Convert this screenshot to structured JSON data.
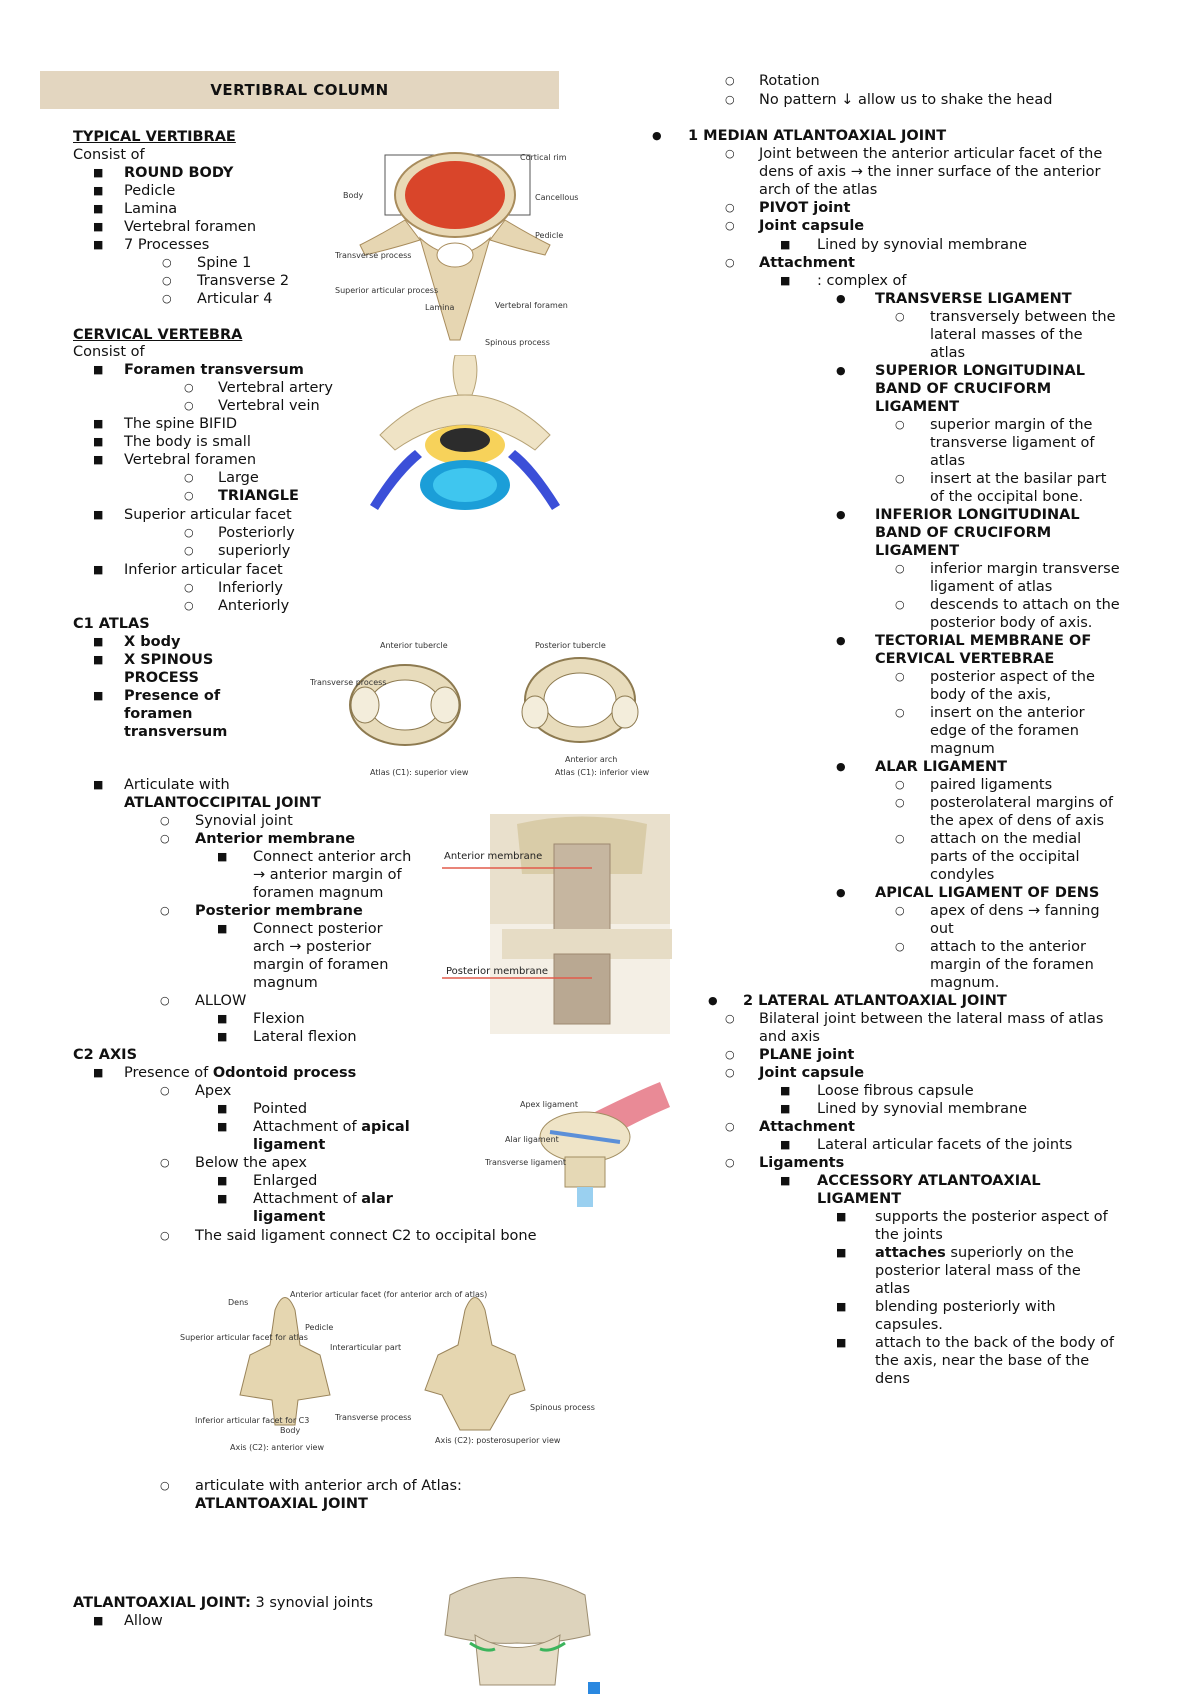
{
  "title": "VERTIBRAL COLUMN",
  "left": {
    "typical_heading": "TYPICAL VERTIBRAE",
    "consist_of_1": "Consist of",
    "typical_items": [
      "ROUND BODY",
      "Pedicle",
      "Lamina",
      "Vertebral foramen",
      "7 Processes"
    ],
    "process_items": [
      "Spine 1",
      "Transverse 2",
      "Articular 4"
    ],
    "cervical_heading": "CERVICAL VERTEBRA",
    "consist_of_2": "Consist of",
    "foramen_transversum": "Foramen transversum",
    "ft_items": [
      "Vertebral artery",
      "Vertebral vein"
    ],
    "cervical_items": [
      "The spine BIFID",
      "The body is small",
      "Vertebral foramen"
    ],
    "vf_items": [
      "Large",
      "TRIANGLE"
    ],
    "superior_facet": "Superior articular facet",
    "sf_items": [
      "Posteriorly",
      "superiorly"
    ],
    "inferior_facet": "Inferior articular facet",
    "if_items": [
      "Inferiorly",
      "Anteriorly"
    ],
    "c1_heading": "C1 ATLAS",
    "c1_items": [
      "X body",
      "X SPINOUS",
      "PROCESS",
      "Presence of",
      "foramen",
      "transversum"
    ],
    "articulate_with": "Articulate with",
    "atlanto_occipital": "ATLANTOCCIPITAL JOINT",
    "synovial_joint": "Synovial joint",
    "anterior_membrane": "Anterior membrane",
    "am_text": [
      "Connect anterior arch",
      "→ anterior margin of",
      "foramen magnum"
    ],
    "posterior_membrane": "Posterior membrane",
    "pm_text": [
      "Connect posterior",
      "arch → posterior",
      "margin of foramen",
      "magnum"
    ],
    "allow": "ALLOW",
    "allow_items": [
      "Flexion",
      "Lateral flexion"
    ],
    "c2_heading": "C2 AXIS",
    "presence_of": "Presence of ",
    "odontoid": "Odontoid process",
    "apex": "Apex",
    "pointed": "Pointed",
    "attachment_of": "Attachment of ",
    "apical": "apical",
    "ligament": "ligament",
    "below_apex": "Below the apex",
    "enlarged": "Enlarged",
    "alar": "alar",
    "said_ligament": "The said ligament connect C2 to occipital bone",
    "articulate_anterior": "articulate with anterior arch of Atlas:",
    "atlantoaxial_joint": "ATLANTOAXIAL JOINT",
    "aa_heading": "ATLANTOAXIAL JOINT:",
    "aa_suffix": " 3 synovial joints",
    "allow2": "Allow"
  },
  "right": {
    "rotation": "Rotation",
    "no_pattern": "No pattern ↓ allow us to shake the head",
    "median_heading": "1 MEDIAN ATLANTOAXIAL JOINT",
    "median_desc": [
      "Joint between the anterior articular facet of the",
      "dens of axis → the inner surface of the anterior",
      "arch of the atlas"
    ],
    "pivot": "PIVOT joint",
    "joint_capsule": "Joint capsule",
    "lined": "Lined by synovial membrane",
    "attachment": "Attachment",
    "complex_of": ": complex of",
    "transverse_lig": "TRANSVERSE LIGAMENT",
    "transverse_text": [
      "transversely between the",
      "lateral masses of the",
      "atlas"
    ],
    "superior_band": [
      "SUPERIOR LONGITUDINAL",
      "BAND OF CRUCIFORM",
      "LIGAMENT"
    ],
    "sb_text1": [
      "superior margin of the",
      "transverse ligament of",
      "atlas"
    ],
    "sb_text2": [
      "insert at the basilar part",
      "of the occipital bone."
    ],
    "inferior_band": [
      "INFERIOR LONGITUDINAL",
      "BAND OF CRUCIFORM",
      "LIGAMENT"
    ],
    "ib_text1": [
      "inferior margin transverse",
      "ligament of atlas"
    ],
    "ib_text2": [
      "descends to attach on the",
      "posterior body of axis."
    ],
    "tectorial": [
      "TECTORIAL MEMBRANE OF",
      "CERVICAL VERTEBRAE"
    ],
    "tect_text1": [
      "posterior aspect of the",
      "body of the axis,"
    ],
    "tect_text2": [
      "insert on the anterior",
      "edge of the foramen",
      "magnum"
    ],
    "alar_lig": "ALAR LIGAMENT",
    "alar_text1": "paired ligaments",
    "alar_text2": [
      "posterolateral margins of",
      "the apex of dens of axis"
    ],
    "alar_text3": [
      "attach on the medial",
      "parts of the occipital",
      "condyles"
    ],
    "apical_lig": "APICAL LIGAMENT OF DENS",
    "apical_text1": [
      "apex of dens → fanning",
      "out"
    ],
    "apical_text2": [
      "attach to the anterior",
      "margin of the foramen",
      "magnum."
    ],
    "lateral_heading": "2 LATERAL ATLANTOAXIAL JOINT",
    "lateral_desc": [
      "Bilateral joint between the lateral mass of atlas",
      "and axis"
    ],
    "plane": "PLANE joint",
    "joint_capsule2": "Joint capsule",
    "loose": "Loose fibrous capsule",
    "lined2": "Lined by synovial membrane",
    "attachment2": "Attachment",
    "lateral_facets": "Lateral articular facets of the joints",
    "ligaments": "Ligaments",
    "accessory": [
      "ACCESSORY ATLANTOAXIAL",
      "LIGAMENT"
    ],
    "acc1": [
      "supports the posterior aspect of",
      "the joints"
    ],
    "acc2_b": "attaches",
    "acc2": [
      " superiorly on the",
      "posterior lateral mass of the",
      "atlas"
    ],
    "acc3": [
      "blending posteriorly with",
      "capsules."
    ],
    "acc4": [
      "attach to the back of the body of",
      "the axis, near the base of the",
      "dens"
    ]
  },
  "figures": {
    "typical": {
      "labels": [
        "Body",
        "Cortical rim",
        "Cancellous bone",
        "Pedicle",
        "Transverse process",
        "Superior articular process",
        "Lamina",
        "Vertebral foramen",
        "Spinous process"
      ]
    },
    "atlas": {
      "labels": [
        "Anterior tubercle",
        "Atlas (C1): superior view",
        "Atlas (C1): inferior view",
        "Posterior tubercle",
        "Transverse process",
        "Anterior arch"
      ]
    },
    "membrane": {
      "labels": [
        "Anterior membrane",
        "Posterior membrane"
      ]
    },
    "ligaments": {
      "labels": [
        "Apex ligament",
        "Alar ligament",
        "Transverse ligament"
      ]
    },
    "axis": {
      "labels": [
        "Dens",
        "Anterior articular facet (for anterior arch of atlas)",
        "Pedicle",
        "Superior articular facet for atlas",
        "Interarticular part",
        "Inferior articular facet for C3",
        "Body",
        "Transverse process",
        "Axis (C2): anterior view",
        "Axis (C2): posterosuperior view",
        "Spinous process"
      ]
    }
  }
}
